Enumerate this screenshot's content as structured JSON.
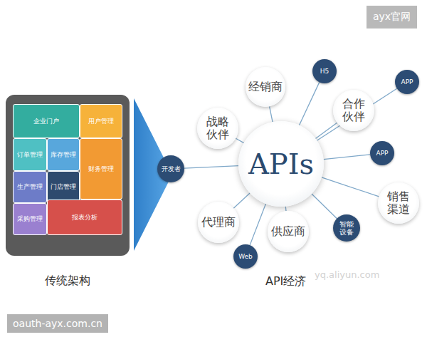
{
  "diagram": {
    "nodes": [
      {
        "text": [
          "传统架构"
        ]
      },
      {
        "text": [
          "企业门户"
        ],
        "in": 0
      },
      {
        "text": [
          "用户管理"
        ],
        "in": 0
      },
      {
        "text": [
          "订单管理"
        ],
        "in": 0
      },
      {
        "text": [
          "库存管理"
        ],
        "in": 0
      },
      {
        "text": [
          "财务管理"
        ],
        "in": 0
      },
      {
        "text": [
          "生产管理"
        ],
        "in": 0
      },
      {
        "text": [
          "门店管理"
        ],
        "in": 0
      },
      {
        "text": [
          "采购管理"
        ],
        "in": 0
      },
      {
        "text": [
          "报表分析"
        ],
        "in": 0
      },
      {
        "text": [
          "经销商"
        ]
      },
      {
        "text": [
          "H5"
        ]
      },
      {
        "text": [
          "APP"
        ]
      },
      {
        "text": [
          "战略伙伴"
        ]
      },
      {
        "text": [
          "合作伙伴"
        ]
      },
      {
        "text": [
          "开发者"
        ]
      },
      {
        "text": [
          "APIs"
        ]
      },
      {
        "text": [
          "APP"
        ]
      },
      {
        "text": [
          "销售渠道"
        ]
      },
      {
        "text": [
          "代理商"
        ]
      },
      {
        "text": [
          "供应商"
        ]
      },
      {
        "text": [
          "智能设备"
        ]
      },
      {
        "text": [
          "Web"
        ]
      }
    ],
    "edges": [
      {
        "from": 16,
        "to": 10,
        "arrow": "none"
      },
      {
        "from": 16,
        "to": 11,
        "arrow": "none"
      },
      {
        "from": 16,
        "to": 12,
        "arrow": "none"
      },
      {
        "from": 16,
        "to": 13,
        "arrow": "none"
      },
      {
        "from": 16,
        "to": 14,
        "arrow": "none"
      },
      {
        "from": 16,
        "to": 15,
        "arrow": "none"
      },
      {
        "from": 16,
        "to": 17,
        "arrow": "none"
      },
      {
        "from": 16,
        "to": 18,
        "arrow": "none"
      },
      {
        "from": 16,
        "to": 19,
        "arrow": "none"
      },
      {
        "from": 16,
        "to": 20,
        "arrow": "none"
      },
      {
        "from": 16,
        "to": 21,
        "arrow": "none"
      },
      {
        "from": 16,
        "to": 22,
        "arrow": "none"
      }
    ],
    "labels": [
      "API经济",
      "ayx官网",
      "yq.aliyun.com",
      "oauth-ayx.com.cn"
    ]
  }
}
